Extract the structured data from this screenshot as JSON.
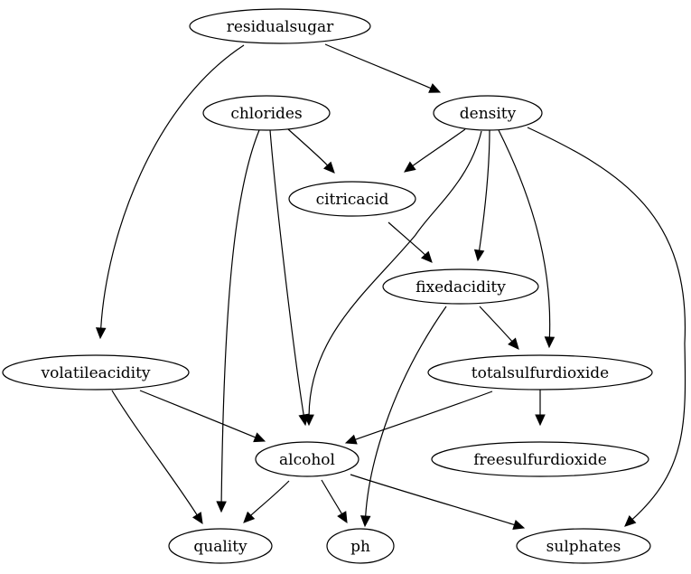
{
  "diagram": {
    "type": "directed-graph",
    "nodes": [
      {
        "id": "residualsugar",
        "label": "residualsugar"
      },
      {
        "id": "chlorides",
        "label": "chlorides"
      },
      {
        "id": "density",
        "label": "density"
      },
      {
        "id": "citricacid",
        "label": "citricacid"
      },
      {
        "id": "fixedacidity",
        "label": "fixedacidity"
      },
      {
        "id": "volatileacidity",
        "label": "volatileacidity"
      },
      {
        "id": "totalsulfurdioxide",
        "label": "totalsulfurdioxide"
      },
      {
        "id": "alcohol",
        "label": "alcohol"
      },
      {
        "id": "freesulfurdioxide",
        "label": "freesulfurdioxide"
      },
      {
        "id": "quality",
        "label": "quality"
      },
      {
        "id": "ph",
        "label": "ph"
      },
      {
        "id": "sulphates",
        "label": "sulphates"
      }
    ],
    "edges": [
      {
        "from": "residualsugar",
        "to": "density"
      },
      {
        "from": "residualsugar",
        "to": "volatileacidity"
      },
      {
        "from": "chlorides",
        "to": "citricacid"
      },
      {
        "from": "chlorides",
        "to": "alcohol"
      },
      {
        "from": "chlorides",
        "to": "quality"
      },
      {
        "from": "density",
        "to": "citricacid"
      },
      {
        "from": "density",
        "to": "fixedacidity"
      },
      {
        "from": "density",
        "to": "totalsulfurdioxide"
      },
      {
        "from": "density",
        "to": "alcohol"
      },
      {
        "from": "density",
        "to": "sulphates"
      },
      {
        "from": "citricacid",
        "to": "fixedacidity"
      },
      {
        "from": "fixedacidity",
        "to": "totalsulfurdioxide"
      },
      {
        "from": "fixedacidity",
        "to": "ph"
      },
      {
        "from": "volatileacidity",
        "to": "alcohol"
      },
      {
        "from": "volatileacidity",
        "to": "quality"
      },
      {
        "from": "totalsulfurdioxide",
        "to": "alcohol"
      },
      {
        "from": "totalsulfurdioxide",
        "to": "freesulfurdioxide"
      },
      {
        "from": "alcohol",
        "to": "quality"
      },
      {
        "from": "alcohol",
        "to": "ph"
      },
      {
        "from": "alcohol",
        "to": "sulphates"
      }
    ]
  }
}
